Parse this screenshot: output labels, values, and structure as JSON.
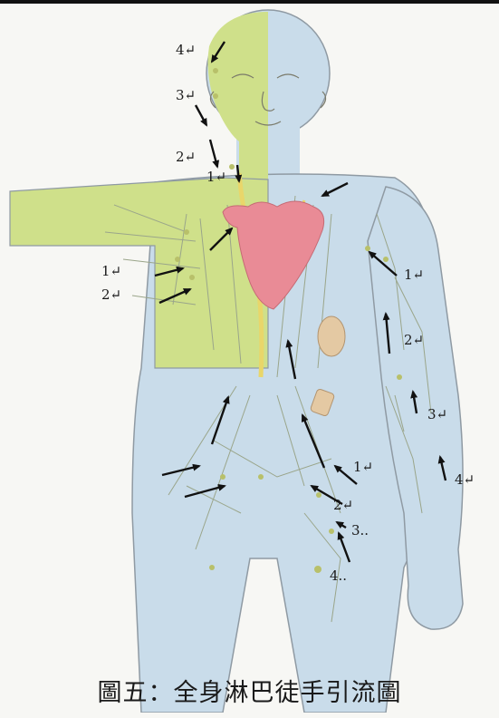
{
  "figure": {
    "caption": "圖五：全身淋巴徒手引流圖",
    "colors": {
      "left_region": "#cfe08a",
      "right_region": "#c9dcea",
      "heart": "#e98b96",
      "duct": "#e9d66a",
      "kidney": "#e4c9a3",
      "outline": "#8f9aa3",
      "vessel": "#9aa58a",
      "node": "#b8c06a",
      "arrow": "#111111"
    },
    "labels": {
      "head_4": "4↵",
      "head_3": "3↵",
      "neck_2": "2↵",
      "neck_1": "1↵",
      "axilla_1": "1↵",
      "axilla_2": "2↵",
      "rarm_1": "1↵",
      "rarm_2": "2↵",
      "rarm_3": "3↵",
      "rarm_4": "4↵",
      "groin_1": "1↵",
      "groin_2": "2↵",
      "leg_3": "3..",
      "leg_4": "4.."
    }
  }
}
